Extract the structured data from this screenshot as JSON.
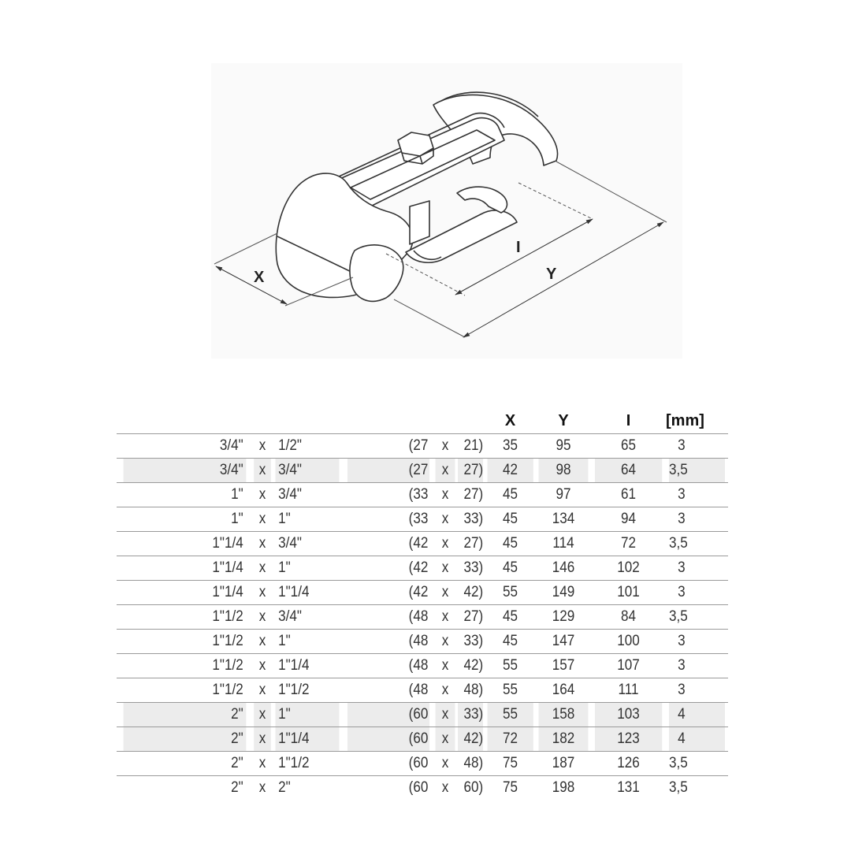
{
  "drawing": {
    "labels": {
      "x": "X",
      "y": "Y",
      "i": "I"
    }
  },
  "table": {
    "headers": [
      "",
      "",
      "",
      "",
      "",
      "",
      "",
      "X",
      "Y",
      "I",
      "[mm]"
    ],
    "rows": [
      {
        "s1": "3/4\"",
        "sx": "x",
        "s2": "1/2\"",
        "m1": "(27",
        "mx": "x",
        "m2": "21)",
        "x": "35",
        "y": "95",
        "i": "65",
        "mm": "3",
        "shade": false
      },
      {
        "s1": "3/4\"",
        "sx": "x",
        "s2": "3/4\"",
        "m1": "(27",
        "mx": "x",
        "m2": "27)",
        "x": "42",
        "y": "98",
        "i": "64",
        "mm": "3,5",
        "shade": true
      },
      {
        "s1": "1\"",
        "sx": "x",
        "s2": "3/4\"",
        "m1": "(33",
        "mx": "x",
        "m2": "27)",
        "x": "45",
        "y": "97",
        "i": "61",
        "mm": "3",
        "shade": false
      },
      {
        "s1": "1\"",
        "sx": "x",
        "s2": "1\"",
        "m1": "(33",
        "mx": "x",
        "m2": "33)",
        "x": "45",
        "y": "134",
        "i": "94",
        "mm": "3",
        "shade": false
      },
      {
        "s1": "1\"1/4",
        "sx": "x",
        "s2": "3/4\"",
        "m1": "(42",
        "mx": "x",
        "m2": "27)",
        "x": "45",
        "y": "114",
        "i": "72",
        "mm": "3,5",
        "shade": false
      },
      {
        "s1": "1\"1/4",
        "sx": "x",
        "s2": "1\"",
        "m1": "(42",
        "mx": "x",
        "m2": "33)",
        "x": "45",
        "y": "146",
        "i": "102",
        "mm": "3",
        "shade": false
      },
      {
        "s1": "1\"1/4",
        "sx": "x",
        "s2": "1\"1/4",
        "m1": "(42",
        "mx": "x",
        "m2": "42)",
        "x": "55",
        "y": "149",
        "i": "101",
        "mm": "3",
        "shade": false
      },
      {
        "s1": "1\"1/2",
        "sx": "x",
        "s2": "3/4\"",
        "m1": "(48",
        "mx": "x",
        "m2": "27)",
        "x": "45",
        "y": "129",
        "i": "84",
        "mm": "3,5",
        "shade": false
      },
      {
        "s1": "1\"1/2",
        "sx": "x",
        "s2": "1\"",
        "m1": "(48",
        "mx": "x",
        "m2": "33)",
        "x": "45",
        "y": "147",
        "i": "100",
        "mm": "3",
        "shade": false
      },
      {
        "s1": "1\"1/2",
        "sx": "x",
        "s2": "1\"1/4",
        "m1": "(48",
        "mx": "x",
        "m2": "42)",
        "x": "55",
        "y": "157",
        "i": "107",
        "mm": "3",
        "shade": false
      },
      {
        "s1": "1\"1/2",
        "sx": "x",
        "s2": "1\"1/2",
        "m1": "(48",
        "mx": "x",
        "m2": "48)",
        "x": "55",
        "y": "164",
        "i": "111",
        "mm": "3",
        "shade": false
      },
      {
        "s1": "2\"",
        "sx": "x",
        "s2": "1\"",
        "m1": "(60",
        "mx": "x",
        "m2": "33)",
        "x": "55",
        "y": "158",
        "i": "103",
        "mm": "4",
        "shade": true
      },
      {
        "s1": "2\"",
        "sx": "x",
        "s2": "1\"1/4",
        "m1": "(60",
        "mx": "x",
        "m2": "42)",
        "x": "72",
        "y": "182",
        "i": "123",
        "mm": "4",
        "shade": true
      },
      {
        "s1": "2\"",
        "sx": "x",
        "s2": "1\"1/2",
        "m1": "(60",
        "mx": "x",
        "m2": "48)",
        "x": "75",
        "y": "187",
        "i": "126",
        "mm": "3,5",
        "shade": false
      },
      {
        "s1": "2\"",
        "sx": "x",
        "s2": "2\"",
        "m1": "(60",
        "mx": "x",
        "m2": "60)",
        "x": "75",
        "y": "198",
        "i": "131",
        "mm": "3,5",
        "shade": false
      }
    ]
  }
}
